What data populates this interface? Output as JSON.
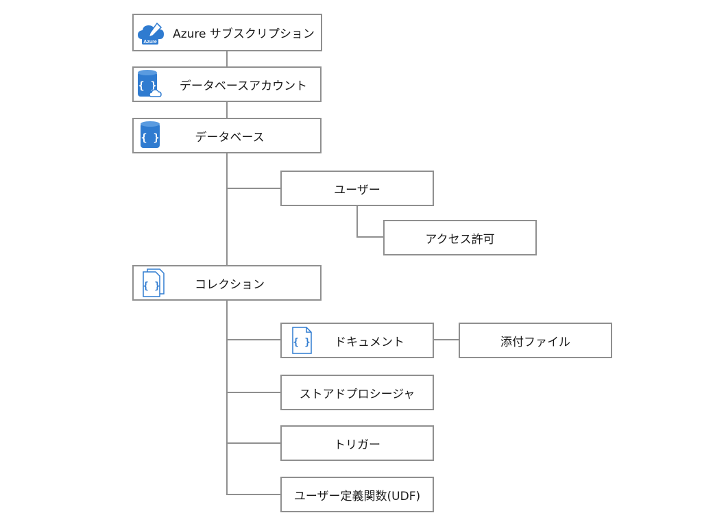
{
  "diagram": {
    "colors": {
      "line": "#8f8f8f",
      "icon_blue": "#2f7bd0",
      "text": "#1a1a1a"
    },
    "nodes": {
      "subscription": {
        "label": "Azure サブスクリプション",
        "icon": "azure-cloud-icon"
      },
      "database_account": {
        "label": "データベースアカウント",
        "icon": "database-account-icon"
      },
      "database": {
        "label": "データベース",
        "icon": "database-icon"
      },
      "user": {
        "label": "ユーザー"
      },
      "permission": {
        "label": "アクセス許可"
      },
      "collection": {
        "label": "コレクション",
        "icon": "collection-icon"
      },
      "document": {
        "label": "ドキュメント",
        "icon": "document-icon"
      },
      "attachment": {
        "label": "添付ファイル"
      },
      "stored_procedure": {
        "label": "ストアドプロシージャ"
      },
      "trigger": {
        "label": "トリガー"
      },
      "udf": {
        "label": "ユーザー定義関数(UDF)"
      }
    },
    "icon_texts": {
      "azure_badge": "Azure"
    }
  }
}
